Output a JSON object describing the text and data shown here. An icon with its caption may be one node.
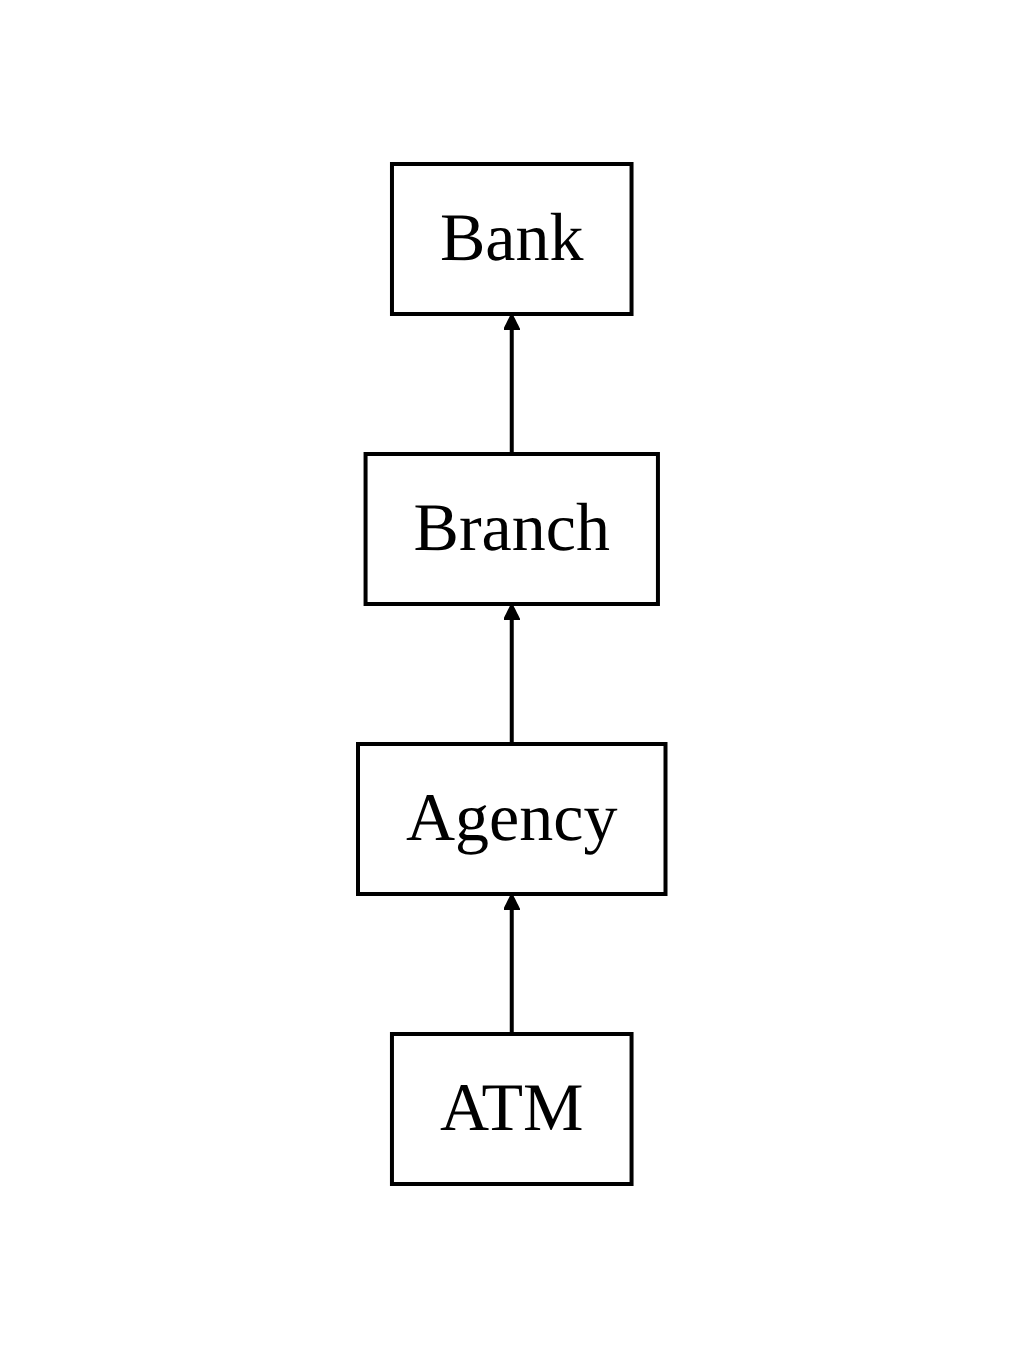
{
  "diagram": {
    "nodes": [
      {
        "text": [
          "Bank"
        ]
      },
      {
        "text": [
          "Branch"
        ]
      },
      {
        "text": [
          "Agency"
        ]
      },
      {
        "text": [
          "ATM"
        ]
      }
    ],
    "edges": [
      {
        "from": 1,
        "to": 0,
        "arrow": "to"
      },
      {
        "from": 2,
        "to": 1,
        "arrow": "to"
      },
      {
        "from": 3,
        "to": 2,
        "arrow": "to"
      }
    ]
  }
}
